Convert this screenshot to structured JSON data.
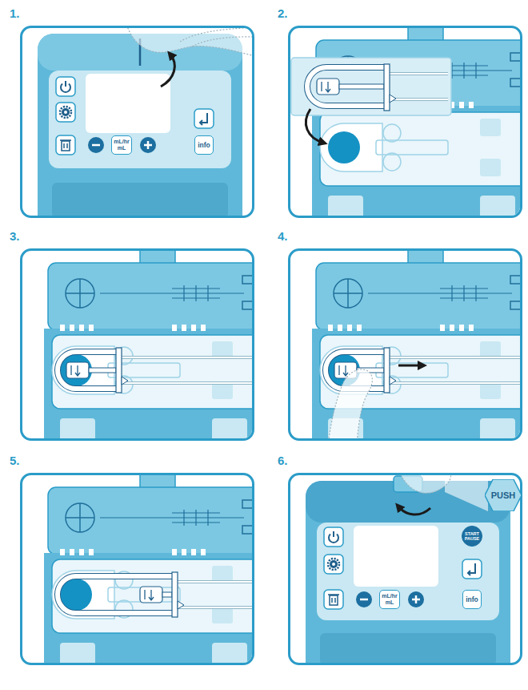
{
  "diagram": {
    "nodes": [
      {
        "text": [
          "1."
        ]
      },
      {
        "text": [
          "mL/hr mL"
        ],
        "in": 0
      },
      {
        "text": [
          "info"
        ],
        "in": 0
      },
      {
        "text": [
          "2."
        ]
      },
      {
        "text": [
          "3."
        ]
      },
      {
        "text": [
          "4."
        ]
      },
      {
        "text": [
          "5."
        ]
      },
      {
        "text": [
          "6."
        ]
      },
      {
        "text": [
          "PUSH"
        ],
        "in": 7
      },
      {
        "text": [
          "START PAUSE"
        ],
        "in": 7
      },
      {
        "text": [
          "mL/hr mL"
        ],
        "in": 7
      },
      {
        "text": [
          "info"
        ],
        "in": 7
      }
    ]
  }
}
